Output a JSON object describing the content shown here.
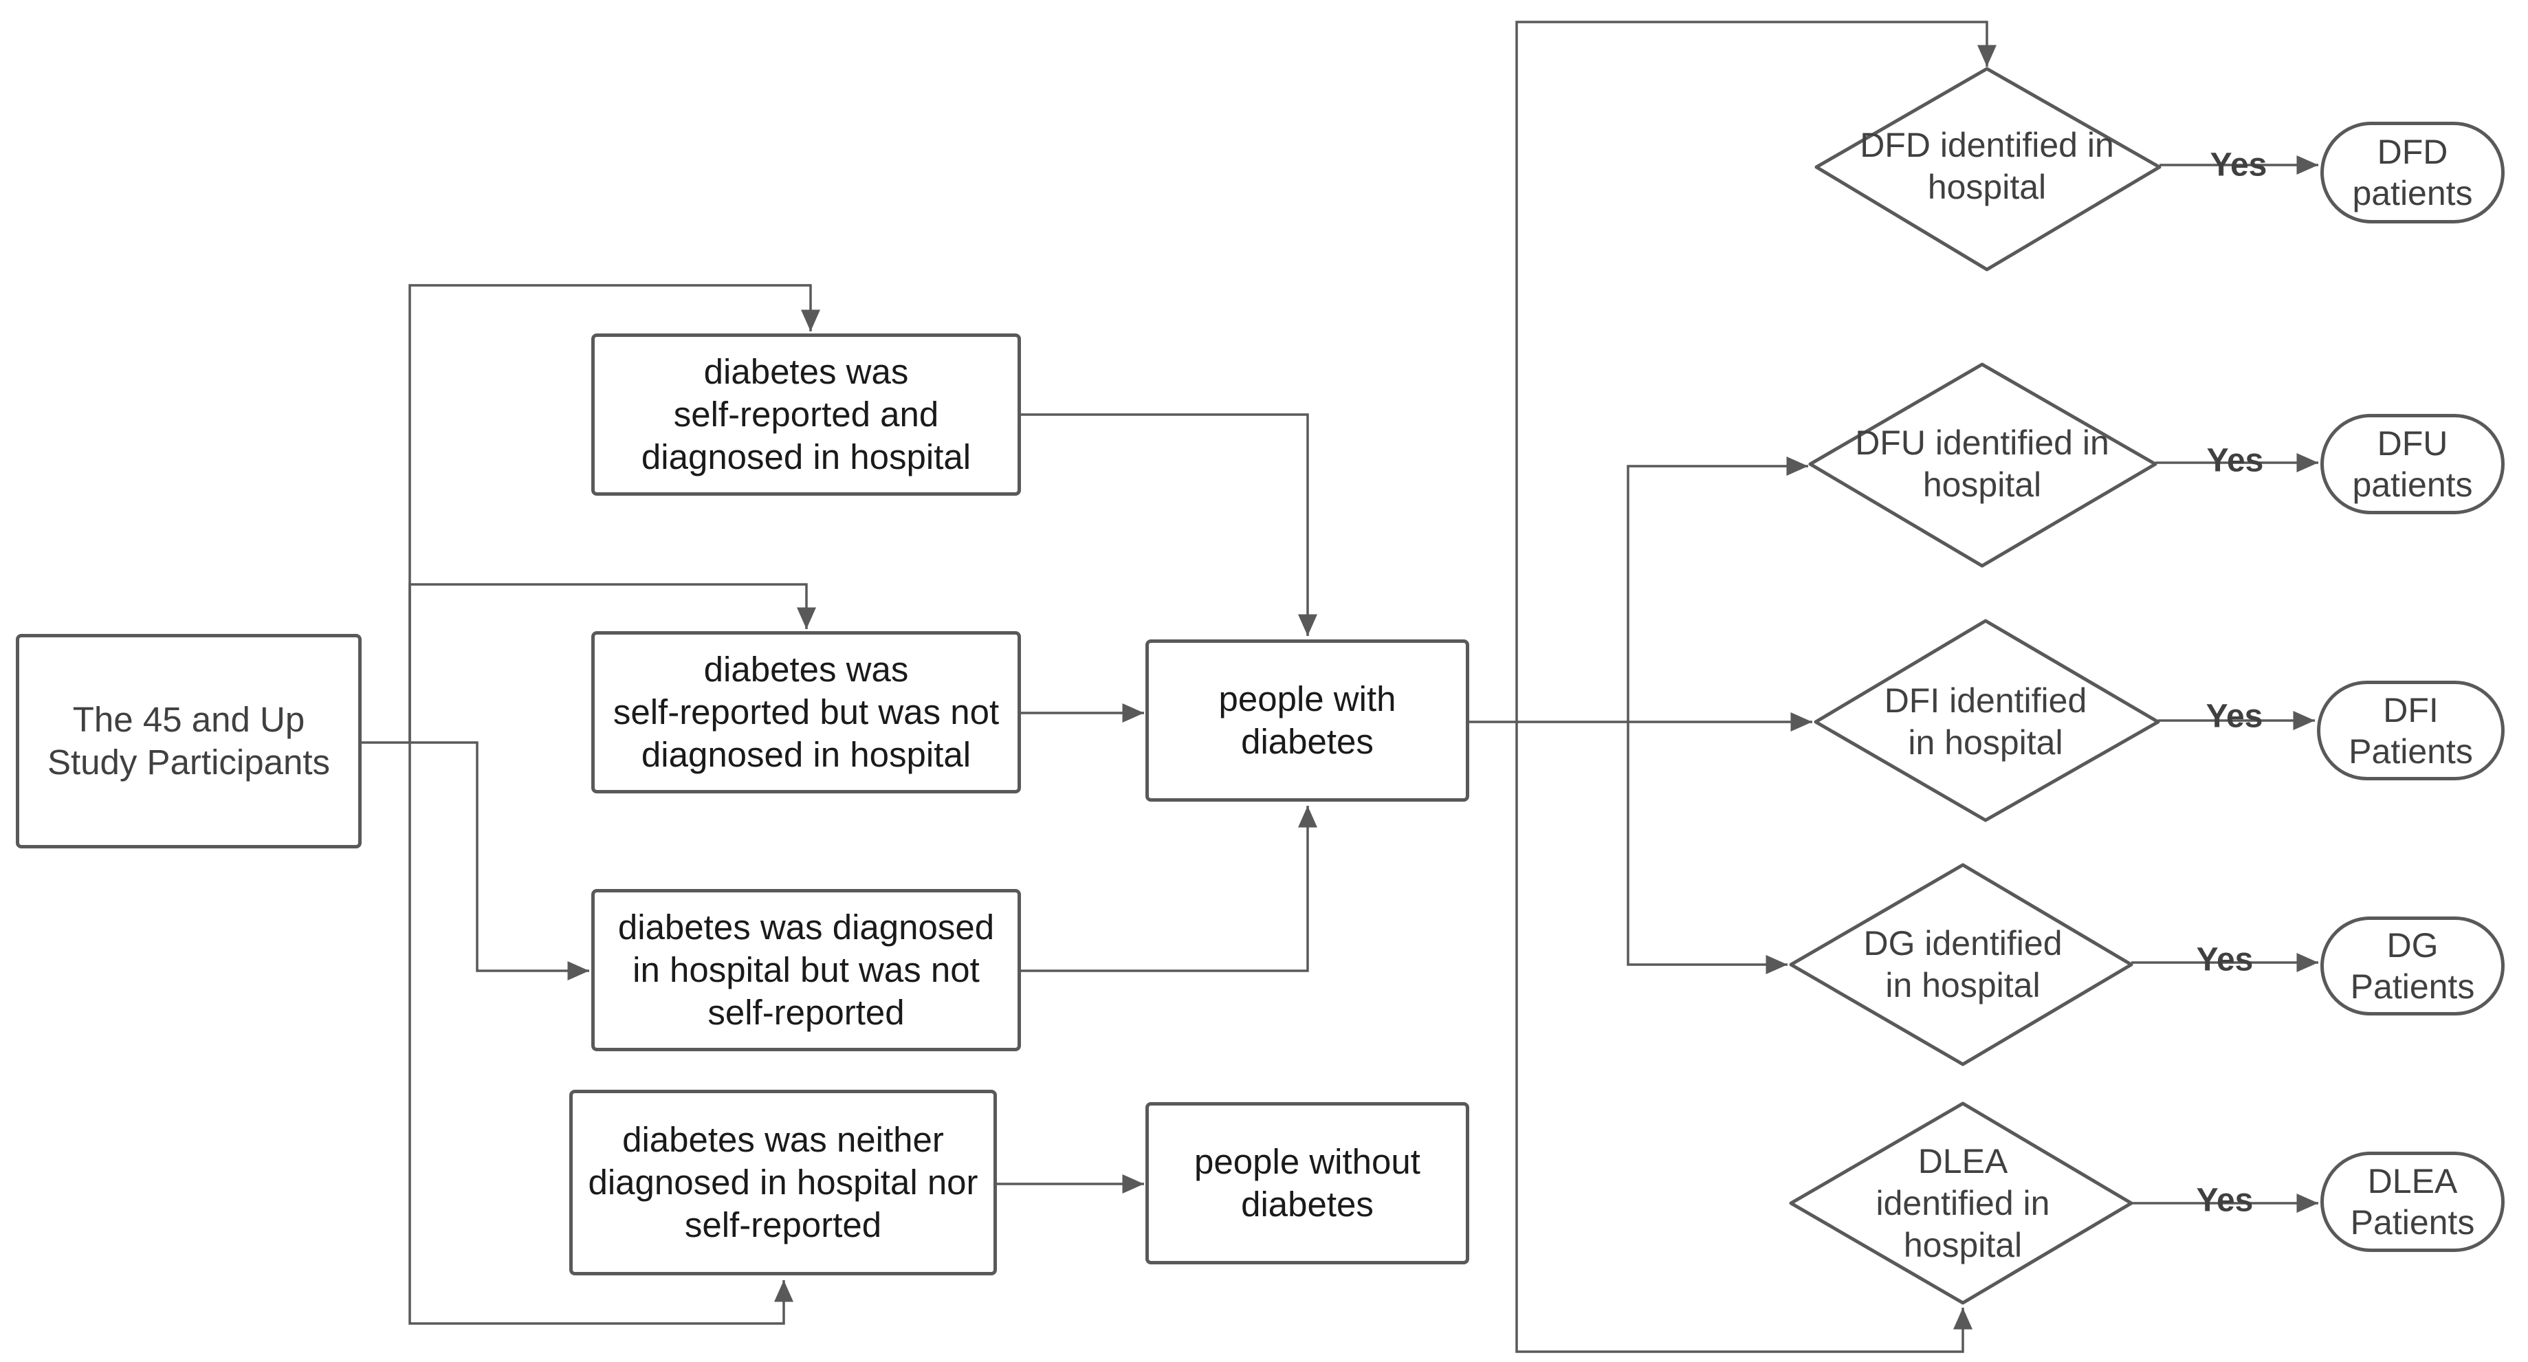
{
  "start": "The 45 and Up\nStudy Participants",
  "categories": {
    "self_and_hospital": "diabetes was\nself-reported and\ndiagnosed in hospital",
    "self_not_hospital": "diabetes was\nself-reported but was not\ndiagnosed in hospital",
    "hospital_not_self": "diabetes was diagnosed\nin hospital but was not\nself-reported",
    "neither": "diabetes was neither\ndiagnosed in hospital nor\nself-reported"
  },
  "groups": {
    "with_diabetes": "people with\ndiabetes",
    "without_diabetes": "people without\ndiabetes"
  },
  "decisions": {
    "dfd": "DFD identified in\nhospital",
    "dfu": "DFU identified in\nhospital",
    "dfi": "DFI identified\nin hospital",
    "dg": "DG identified\nin hospital",
    "dlea": "DLEA\nidentified in\nhospital"
  },
  "yes_label": "Yes",
  "outcomes": {
    "dfd": "DFD\npatients",
    "dfu": "DFU\npatients",
    "dfi": "DFI\nPatients",
    "dg": "DG\nPatients",
    "dlea": "DLEA\nPatients"
  },
  "colors": {
    "stroke": "#595959",
    "text": "#1a1a1a",
    "muted_text": "#404040"
  }
}
